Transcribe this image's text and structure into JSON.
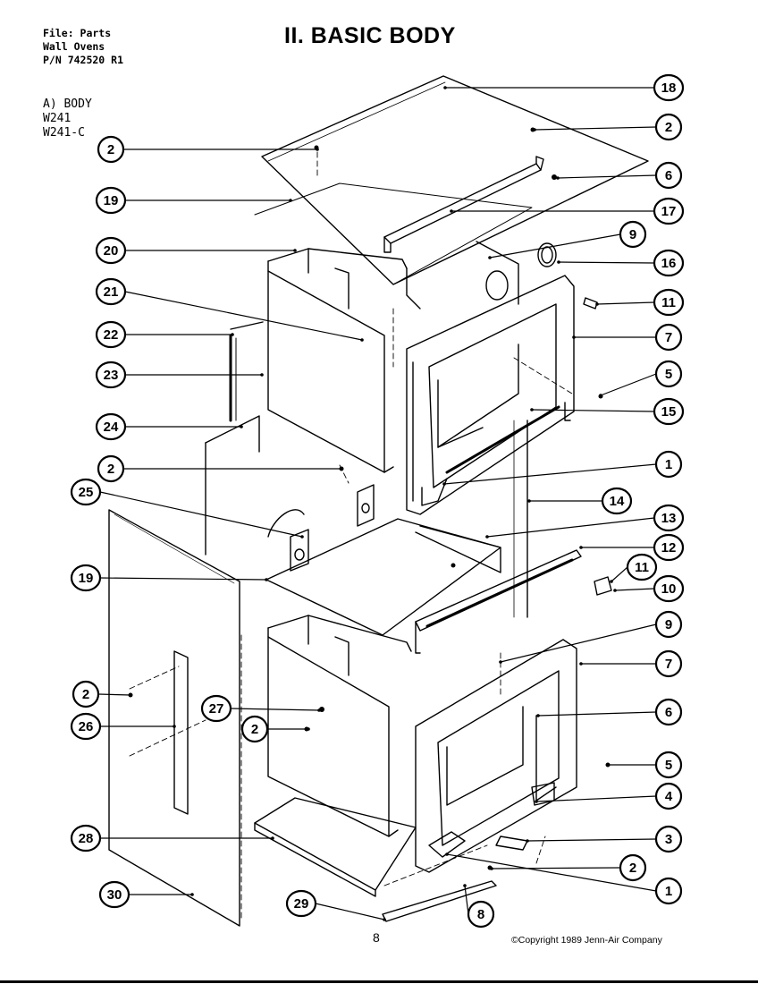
{
  "header": {
    "file_line": "File: Parts",
    "product_line": "Wall Ovens",
    "part_number_line": "P/N 742520 R1",
    "section_label": "A) BODY",
    "model_1": "W241",
    "model_2": "W241-C"
  },
  "title": "II. BASIC BODY",
  "page_number": "8",
  "copyright": "©Copyright 1989 Jenn-Air Company",
  "callouts": [
    {
      "label": "18",
      "side": "right"
    },
    {
      "label": "2",
      "side": "right"
    },
    {
      "label": "6",
      "side": "right"
    },
    {
      "label": "17",
      "side": "right"
    },
    {
      "label": "9",
      "side": "right"
    },
    {
      "label": "16",
      "side": "right"
    },
    {
      "label": "11",
      "side": "right"
    },
    {
      "label": "7",
      "side": "right"
    },
    {
      "label": "5",
      "side": "right"
    },
    {
      "label": "15",
      "side": "right"
    },
    {
      "label": "1",
      "side": "right"
    },
    {
      "label": "14",
      "side": "right"
    },
    {
      "label": "13",
      "side": "right"
    },
    {
      "label": "12",
      "side": "right"
    },
    {
      "label": "11",
      "side": "right"
    },
    {
      "label": "10",
      "side": "right"
    },
    {
      "label": "9",
      "side": "right"
    },
    {
      "label": "7",
      "side": "right"
    },
    {
      "label": "6",
      "side": "right"
    },
    {
      "label": "5",
      "side": "right"
    },
    {
      "label": "4",
      "side": "right"
    },
    {
      "label": "3",
      "side": "right"
    },
    {
      "label": "2",
      "side": "right"
    },
    {
      "label": "1",
      "side": "right"
    },
    {
      "label": "8",
      "side": "right"
    },
    {
      "label": "2",
      "side": "left"
    },
    {
      "label": "19",
      "side": "left"
    },
    {
      "label": "20",
      "side": "left"
    },
    {
      "label": "21",
      "side": "left"
    },
    {
      "label": "22",
      "side": "left"
    },
    {
      "label": "23",
      "side": "left"
    },
    {
      "label": "24",
      "side": "left"
    },
    {
      "label": "2",
      "side": "left"
    },
    {
      "label": "25",
      "side": "left"
    },
    {
      "label": "19",
      "side": "left"
    },
    {
      "label": "2",
      "side": "left"
    },
    {
      "label": "26",
      "side": "left"
    },
    {
      "label": "27",
      "side": "left"
    },
    {
      "label": "2",
      "side": "left"
    },
    {
      "label": "28",
      "side": "left"
    },
    {
      "label": "30",
      "side": "left"
    },
    {
      "label": "29",
      "side": "left"
    }
  ]
}
